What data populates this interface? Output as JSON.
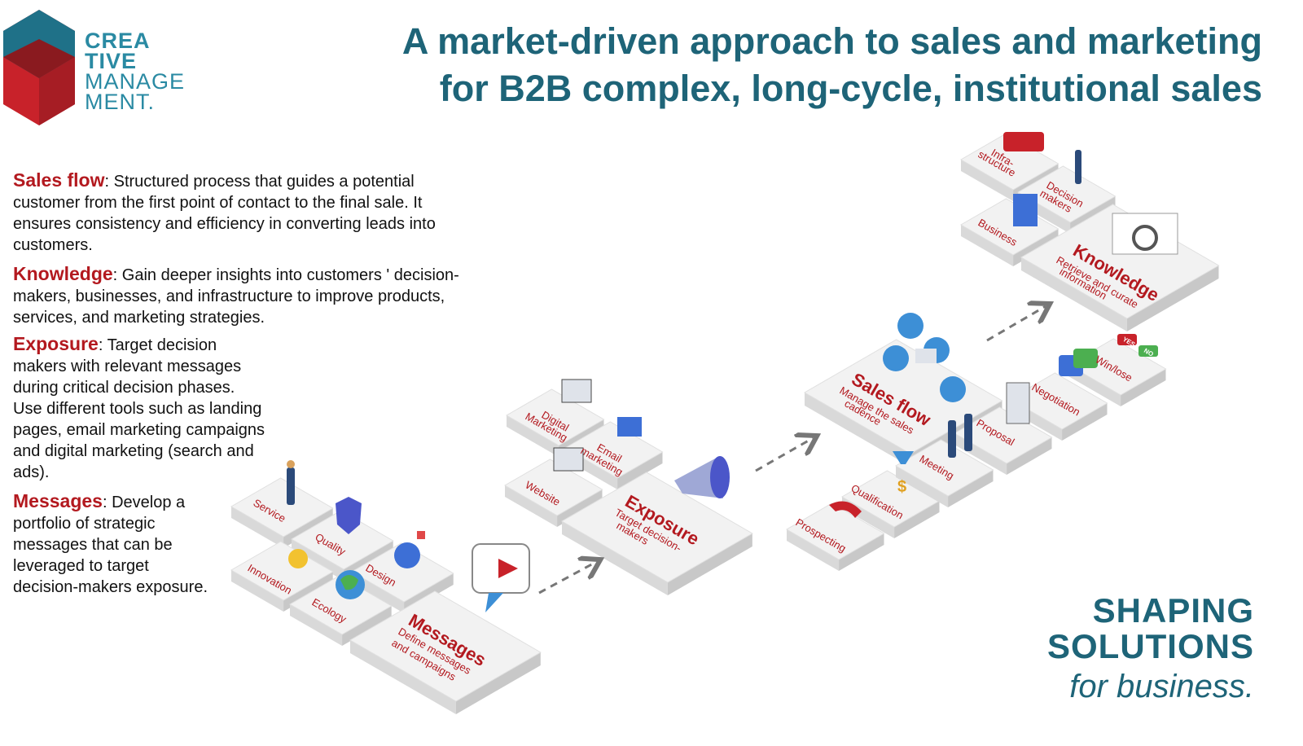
{
  "logo": {
    "line1": "CREA",
    "line2": "TIVE",
    "line3": "MANAGE",
    "line4": "MENT."
  },
  "title": {
    "line1": "A market-driven approach to sales and marketing",
    "line2": "for B2B complex, long-cycle, institutional sales"
  },
  "descriptions": {
    "sales_flow": {
      "keyword": "Sales flow",
      "text": ":  Structured process that guides a potential customer from the first point of contact to the final sale. It ensures consistency and efficiency in converting leads into customers."
    },
    "knowledge": {
      "keyword": "Knowledge",
      "text": ": Gain deeper insights into customers ' decision-makers, businesses, and infrastructure to improve products, services, and marketing strategies."
    },
    "exposure": {
      "keyword": "Exposure",
      "text": ": Target decision makers with relevant messages during critical decision phases. Use different tools such as landing pages, email marketing campaigns and digital marketing (search and ads)."
    },
    "messages": {
      "keyword": "Messages",
      "text": ": Develop a portfolio of strategic messages that can be leveraged to target decision-makers exposure."
    }
  },
  "diagram": {
    "messages": {
      "title": "Messages",
      "sub1": "Define messages",
      "sub2": "and campaigns",
      "tiles": {
        "service": "Service",
        "quality": "Quality",
        "design": "Design",
        "innovation": "Innovation",
        "ecology": "Ecology"
      }
    },
    "exposure": {
      "title": "Exposure",
      "sub1": "Target decision-",
      "sub2": "makers",
      "tiles": {
        "digital1": "Digital",
        "digital2": "Marketing",
        "email1": "Email",
        "email2": "marketing",
        "website": "Website"
      }
    },
    "sales_flow": {
      "title": "Sales flow",
      "sub1": "Manage the sales",
      "sub2": "cadence",
      "tiles": {
        "prospecting": "Prospecting",
        "qualification": "Qualification",
        "meeting": "Meeting",
        "proposal": "Proposal",
        "negotiation": "Negotiation",
        "winlose": "Win/lose"
      },
      "badge_yes": "YES",
      "badge_no": "NO"
    },
    "knowledge": {
      "title": "Knowledge",
      "sub1": "Retrieve and curate",
      "sub2": "information",
      "tiles": {
        "infra1": "Infra-",
        "infra2": "structure",
        "decision1": "Decision",
        "decision2": "makers",
        "business": "Business"
      }
    }
  },
  "brand": {
    "line1": "SHAPING",
    "line2": "SOLUTIONS",
    "line3": "for business."
  },
  "colors": {
    "teal": "#1e6478",
    "logo_teal": "#2a8aa3",
    "accent_red": "#b3191f",
    "tile_top": "#f2f2f2",
    "tile_side": "#d9d9d9"
  }
}
